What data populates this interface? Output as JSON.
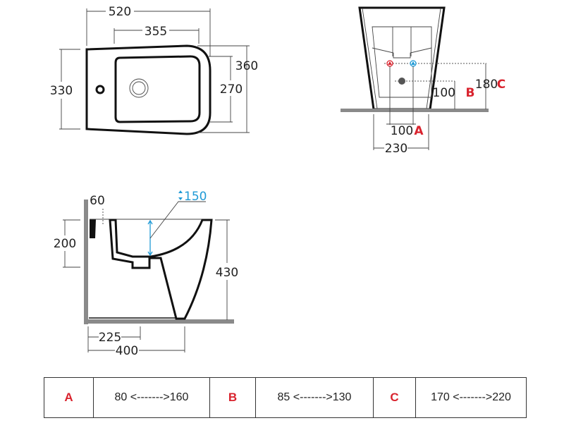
{
  "top_view": {
    "width": "520",
    "basin_length": "355",
    "depth_total": "360",
    "basin_width": "270",
    "depth": "330"
  },
  "front_view": {
    "inlet_spacing": "100",
    "inlet_label": "A",
    "drain_height": "100",
    "drain_label": "B",
    "inlet_height": "180",
    "inlet_height_label": "C",
    "base_width": "230"
  },
  "side_view": {
    "wall_gap": "60",
    "inlet_height": "200",
    "overflow": "150",
    "height": "430",
    "drain_distance": "225",
    "foot_distance": "400"
  },
  "colors": {
    "red": "#d9232e",
    "blue": "#1f9ad6",
    "floor": "#8a8a8a"
  },
  "table": [
    {
      "key": "A",
      "range": "80 <------->160"
    },
    {
      "key": "B",
      "range": "85 <------->130"
    },
    {
      "key": "C",
      "range": "170 <------->220"
    }
  ]
}
